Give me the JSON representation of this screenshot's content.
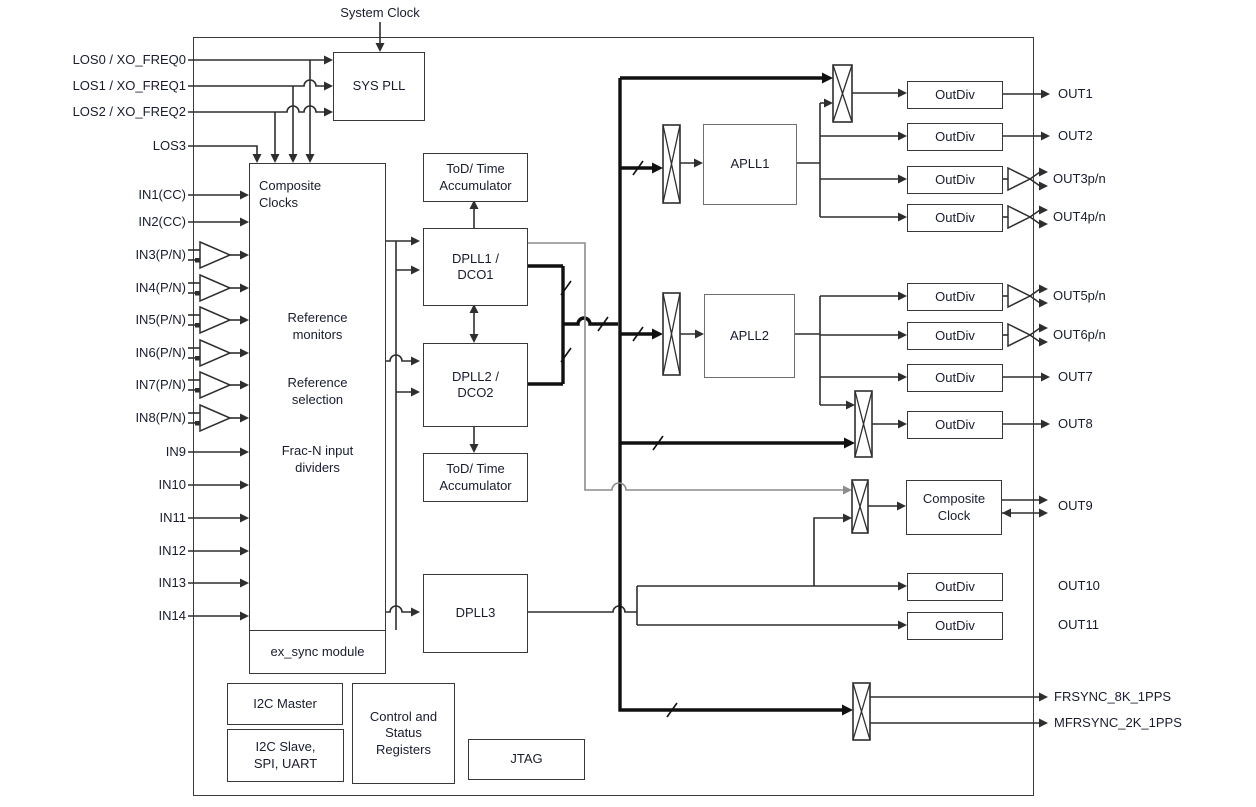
{
  "clock_label": "System Clock",
  "inputs": [
    "LOS0 / XO_FREQ0",
    "LOS1 / XO_FREQ1",
    "LOS2 / XO_FREQ2",
    "LOS3",
    "IN1(CC)",
    "IN2(CC)",
    "IN3(P/N)",
    "IN4(P/N)",
    "IN5(P/N)",
    "IN6(P/N)",
    "IN7(P/N)",
    "IN8(P/N)",
    "IN9",
    "IN10",
    "IN11",
    "IN12",
    "IN13",
    "IN14"
  ],
  "outputs": [
    "OUT1",
    "OUT2",
    "OUT3p/n",
    "OUT4p/n",
    "OUT5p/n",
    "OUT6p/n",
    "OUT7",
    "OUT8",
    "OUT9",
    "OUT10",
    "OUT11"
  ],
  "sync_outputs": [
    "FRSYNC_8K_1PPS",
    "MFRSYNC_2K_1PPS"
  ],
  "blocks": {
    "sys_pll": "SYS PLL",
    "tod": "ToD/ Time\nAccumulator",
    "dpll1": "DPLL1 /\nDCO1",
    "dpll2": "DPLL2 /\nDCO2",
    "dpll3": "DPLL3",
    "apll1": "APLL1",
    "apll2": "APLL2",
    "outdiv": "OutDiv",
    "composite_clock": "Composite\nClock",
    "composite_clocks": "Composite\nClocks",
    "reference_monitors": "Reference\nmonitors",
    "reference_selection": "Reference\nselection",
    "fracn_dividers": "Frac-N input\ndividers",
    "ex_sync": "ex_sync module",
    "i2c_master": "I2C Master",
    "i2c_slave": "I2C Slave,\nSPI, UART",
    "control_status": "Control and\nStatus\nRegisters",
    "jtag": "JTAG"
  },
  "colors": {
    "wire": "#2e2e2e",
    "bus": "#101010",
    "aux_wire": "#8c8c8c",
    "text": "#181c2e"
  }
}
